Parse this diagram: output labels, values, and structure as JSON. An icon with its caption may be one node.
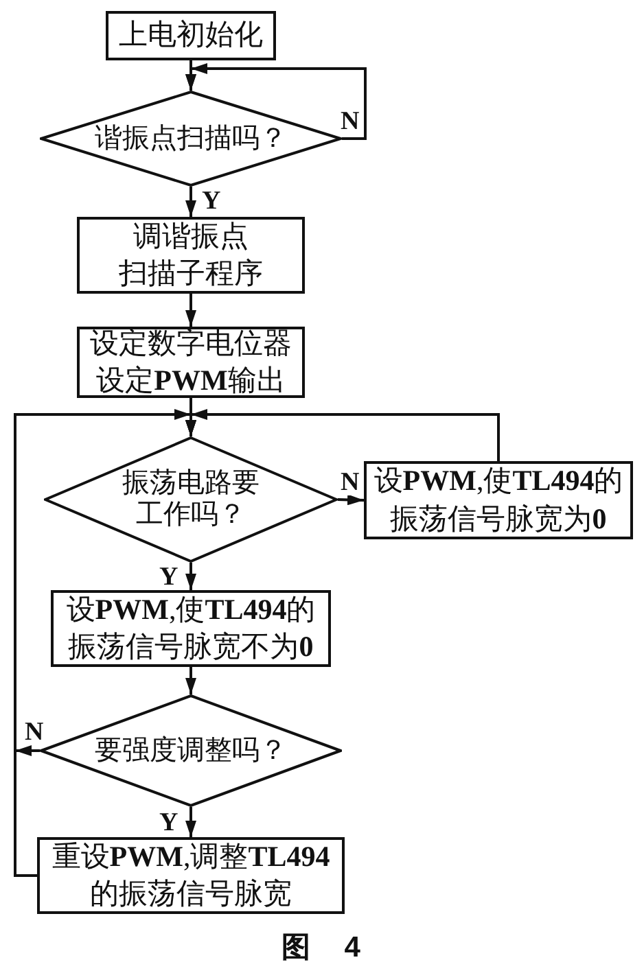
{
  "diagram": {
    "caption": "图 4",
    "nodes": [
      {
        "text": [
          "上电初始化"
        ]
      },
      {
        "text": [
          "谐振点扫描吗？"
        ]
      },
      {
        "text": [
          "调谐振点扫描子程序"
        ]
      },
      {
        "text": [
          "设定数字电位器设定**PWM**输出"
        ]
      },
      {
        "text": [
          "振荡电路要工作吗？"
        ]
      },
      {
        "text": [
          "设**PWM**,使**TL494**的振荡信号脉宽为**0**"
        ]
      },
      {
        "text": [
          "设**PWM**,使**TL494**的振荡信号脉宽不为**0**"
        ]
      },
      {
        "text": [
          "要强度调整吗？"
        ]
      },
      {
        "text": [
          "重设**PWM**,调整**TL494**的振荡信号脉宽"
        ]
      }
    ],
    "edges": [
      {
        "from": 0,
        "to": 1,
        "arrow": "to"
      },
      {
        "from": 1,
        "to": 1,
        "arrow": "to",
        "label": "N"
      },
      {
        "from": 1,
        "to": 2,
        "arrow": "to",
        "label": "Y"
      },
      {
        "from": 2,
        "to": 3,
        "arrow": "to"
      },
      {
        "from": 3,
        "to": 4,
        "arrow": "to"
      },
      {
        "from": 4,
        "to": 5,
        "arrow": "to",
        "label": "N"
      },
      {
        "from": 5,
        "to": 4,
        "arrow": "to"
      },
      {
        "from": 4,
        "to": 6,
        "arrow": "to",
        "label": "Y"
      },
      {
        "from": 6,
        "to": 7,
        "arrow": "to"
      },
      {
        "from": 7,
        "to": 8,
        "arrow": "to",
        "label": "Y"
      },
      {
        "from": 7,
        "to": 4,
        "arrow": "to",
        "label": "N"
      },
      {
        "from": 8,
        "to": 4,
        "arrow": "to"
      }
    ]
  }
}
